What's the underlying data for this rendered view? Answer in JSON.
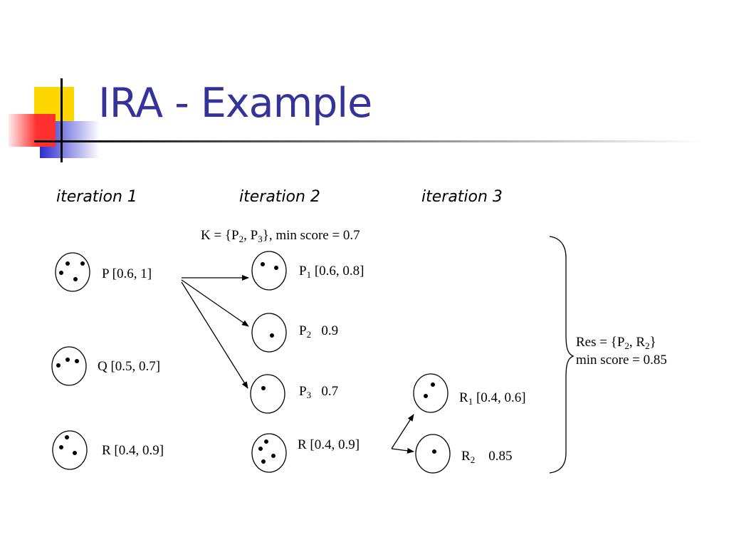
{
  "slide": {
    "title": "IRA - Example",
    "colors": {
      "title": "#33339a",
      "deco_yellow": "#ffd700",
      "deco_red": "#ff4444",
      "deco_blue": "#3333cc"
    }
  },
  "iterations": [
    "iteration 1",
    "iteration 2",
    "iteration 3"
  ],
  "k_line": {
    "prefix": "K = {P",
    "s1": "2",
    "mid": ", P",
    "s2": "3",
    "suffix": "},  min score = 0.7"
  },
  "iter1": [
    {
      "label": "P [0.6, 1]"
    },
    {
      "label": "Q [0.5, 0.7]"
    },
    {
      "label": "R [0.4, 0.9]"
    }
  ],
  "iter2": [
    {
      "name": "P",
      "sub": "1",
      "value": " [0.6, 0.8]"
    },
    {
      "name": "P",
      "sub": "2",
      "value": "   0.9"
    },
    {
      "name": "P",
      "sub": "3",
      "value": "   0.7"
    },
    {
      "label": "R [0.4, 0.9]"
    }
  ],
  "iter3": [
    {
      "name": "R",
      "sub": "1",
      "value": " [0.4, 0.6]"
    },
    {
      "name": "R",
      "sub": "2",
      "value": "    0.85"
    }
  ],
  "result": {
    "line1_prefix": "Res = {P",
    "line1_s1": "2",
    "line1_mid": ", R",
    "line1_s2": "2",
    "line1_suffix": "}",
    "line2": "min score = 0.85"
  }
}
